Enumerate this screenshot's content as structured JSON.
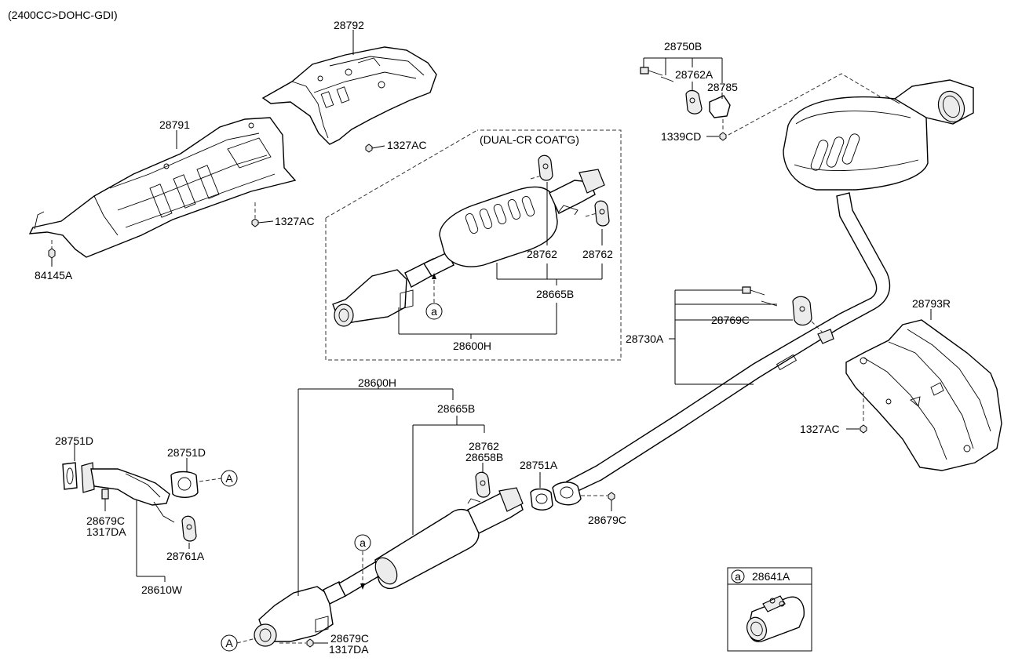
{
  "engine_title": "(2400CC>DOHC-GDI)",
  "dual_cr_label": "(DUAL-CR COAT'G)",
  "parts": {
    "p28792": "28792",
    "p28791": "28791",
    "p1327AC_a": "1327AC",
    "p1327AC_b": "1327AC",
    "p1327AC_c": "1327AC",
    "p84145A": "84145A",
    "p28750B": "28750B",
    "p28762A": "28762A",
    "p28785": "28785",
    "p1339CD": "1339CD",
    "p28762_box_left": "28762",
    "p28762_box_right": "28762",
    "p28665B_box": "28665B",
    "p28600H_box": "28600H",
    "p28769C": "28769C",
    "p28730A": "28730A",
    "p28793R": "28793R",
    "p28600H_main": "28600H",
    "p28665B_main": "28665B",
    "p28762_main": "28762",
    "p28658B": "28658B",
    "p28751A": "28751A",
    "p28679C_right": "28679C",
    "p28751D_left": "28751D",
    "p28751D_right": "28751D",
    "p28679C_left": "28679C",
    "p1317DA_left": "1317DA",
    "p28761A": "28761A",
    "p28610W": "28610W",
    "p28679C_bottom": "28679C",
    "p1317DA_bottom": "1317DA"
  },
  "callouts": {
    "a_box": "a",
    "a_main": "a",
    "A_left": "A",
    "A_bottom": "A"
  },
  "legend": {
    "marker": "a",
    "part": "28641A"
  }
}
